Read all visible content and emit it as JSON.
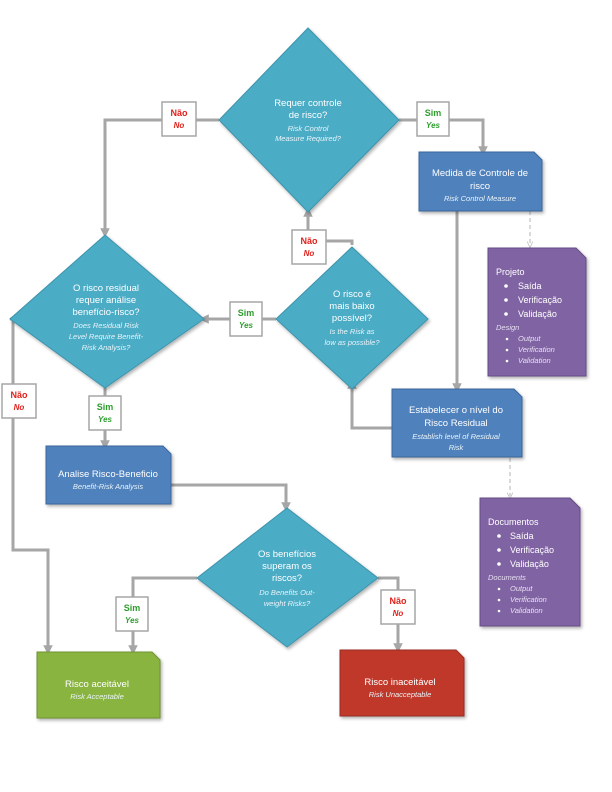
{
  "decisions": {
    "d1": {
      "line1": "Requer controle",
      "line2": "de risco?",
      "sub1": "Risk Control",
      "sub2": "Measure Required?"
    },
    "d2": {
      "line1": "O risco residual",
      "line2": "requer análise",
      "line3": "benefício-risco?",
      "sub1": "Does Residual Risk",
      "sub2": "Level Require Benefit-",
      "sub3": "Risk Analysis?"
    },
    "d3": {
      "line1": "O risco é",
      "line2": "mais baixo",
      "line3": "possível?",
      "sub1": "Is the Risk as",
      "sub2": "low as possible?"
    },
    "d4": {
      "line1": "Os benefícios",
      "line2": "superam os",
      "line3": "riscos?",
      "sub1": "Do Benefits Out-",
      "sub2": "weight Risks?"
    }
  },
  "processes": {
    "risk_control": {
      "line1": "Medida de Controle de",
      "line2": "risco",
      "sub": "Risk Control Measure"
    },
    "residual": {
      "line1": "Estabelecer o nível do",
      "line2": "Risco Residual",
      "sub1": "Establish level of Residual",
      "sub2": "Risk"
    },
    "benefit": {
      "line1": "Analise Risco-Beneficio",
      "sub": "Benefit-Risk Analysis"
    },
    "acceptable": {
      "line1": "Risco aceitável",
      "sub": "Risk Acceptable"
    },
    "unacceptable": {
      "line1": "Risco inaceitável",
      "sub": "Risk Unacceptable"
    }
  },
  "documents": {
    "projeto": {
      "title": "Projeto",
      "items": [
        "Saída",
        "Verificação",
        "Validação"
      ],
      "subtitle": "Design",
      "subitems": [
        "Output",
        "Verification",
        "Validation"
      ]
    },
    "documentos": {
      "title": "Documentos",
      "items": [
        "Saída",
        "Verificação",
        "Validação"
      ],
      "subtitle": "Documents",
      "subitems": [
        "Output",
        "Verification",
        "Validation"
      ]
    }
  },
  "labels": {
    "no": "Não",
    "no_en": "No",
    "yes": "Sim",
    "yes_en": "Yes"
  },
  "colors": {
    "decision": "#4bacc6",
    "process_blue": "#4f81bd",
    "document_purple": "#8064a2",
    "accept_green": "#8ab43f",
    "reject_red": "#c0392b",
    "connector": "#a6a6a6"
  }
}
